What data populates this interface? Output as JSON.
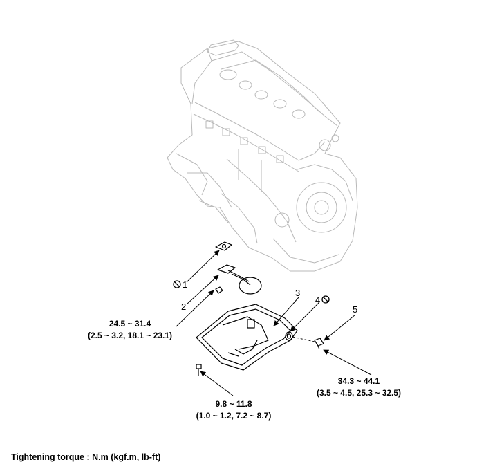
{
  "callouts": [
    {
      "num": "1",
      "replace_symbol": true
    },
    {
      "num": "2",
      "replace_symbol": false
    },
    {
      "num": "3",
      "replace_symbol": false
    },
    {
      "num": "4",
      "replace_symbol": true
    },
    {
      "num": "5",
      "replace_symbol": false
    }
  ],
  "torques": {
    "oil_screen": {
      "line1": "24.5 ~ 31.4",
      "line2": "(2.5 ~ 3.2, 18.1 ~ 23.1)"
    },
    "drain_plug": {
      "line1": "34.3 ~ 44.1",
      "line2": "(3.5 ~ 4.5, 25.3 ~ 32.5)"
    },
    "pan_bolts": {
      "line1": "9.8 ~ 11.8",
      "line2": "(1.0 ~ 1.2, 7.2 ~ 8.7)"
    }
  },
  "footer": "Tightening torque : N.m (kgf.m, lb-ft)",
  "icons": {
    "replace_symbol": "no-reuse-circle-slash-icon"
  }
}
